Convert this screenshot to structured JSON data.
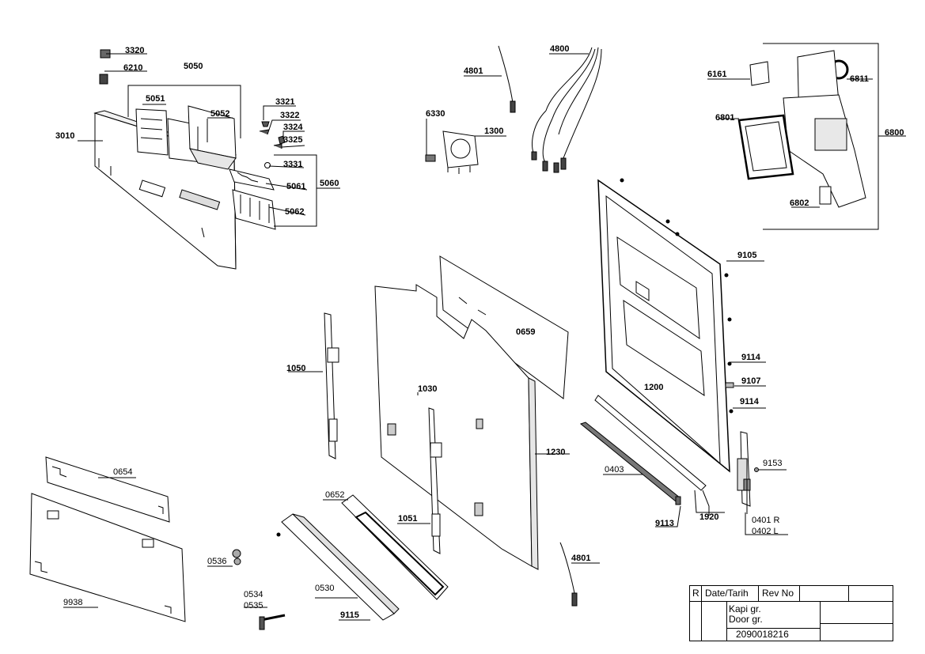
{
  "parts": {
    "p3320": "3320",
    "p6210": "6210",
    "p5050": "5050",
    "p5051": "5051",
    "p5052": "5052",
    "p3010": "3010",
    "p3321": "3321",
    "p3322": "3322",
    "p3324": "3324",
    "p3325": "3325",
    "p3331": "3331",
    "p5061": "5061",
    "p5060": "5060",
    "p5062": "5062",
    "p4801a": "4801",
    "p4800": "4800",
    "p6330": "6330",
    "p1300": "1300",
    "p6161": "6161",
    "p6811": "6811",
    "p6801": "6801",
    "p6800": "6800",
    "p6802": "6802",
    "p0659": "0659",
    "p1030": "1030",
    "p1050": "1050",
    "p1051": "1051",
    "p1230": "1230",
    "p1200": "1200",
    "p9105": "9105",
    "p9114a": "9114",
    "p9107": "9107",
    "p9114b": "9114",
    "p9153": "9153",
    "p0403": "0403",
    "p9113": "9113",
    "p1920": "1920",
    "p0401": "0401 R",
    "p0402": "0402 L",
    "p0654": "0654",
    "p9938": "9938",
    "p0536": "0536",
    "p0652": "0652",
    "p0530": "0530",
    "p0534": "0534",
    "p0535": "0535",
    "p9115": "9115",
    "p4801b": "4801"
  },
  "title_block": {
    "rev_mark": "R",
    "date_label": "Date/Tarih",
    "rev_no_label": "Rev No",
    "name_tr": "Kapi gr.",
    "name_en": "Door gr.",
    "drawing_number": "2090018216"
  }
}
